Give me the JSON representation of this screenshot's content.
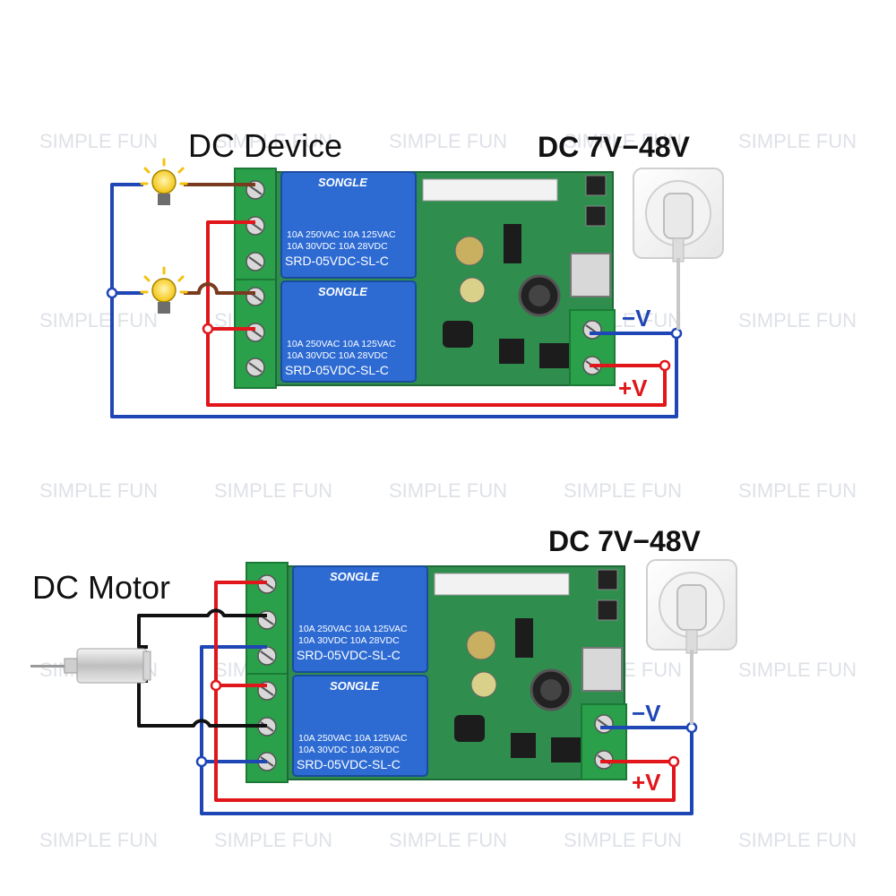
{
  "watermark": {
    "text": "SIMPLE FUN",
    "color": "#c9ced8"
  },
  "colors": {
    "wire_red": "#e0161b",
    "wire_blue": "#1f46b5",
    "wire_brown": "#7a3a1e",
    "wire_black": "#111111",
    "terminal_green": "#2aa04a",
    "pcb_green": "#2f8d4e",
    "relay_blue": "#2d6bd3"
  },
  "top_diagram": {
    "load_label": "DC Device",
    "supply_label": "DC 7V−48V",
    "neg_label": "−V",
    "pos_label": "+V",
    "relay1": {
      "brand": "SONGLE",
      "line1": "10A 250VAC  10A 125VAC",
      "line2": "10A  30VDC  10A  28VDC",
      "model": "SRD-05VDC-SL-C"
    },
    "relay2": {
      "brand": "SONGLE",
      "line1": "10A 250VAC  10A 125VAC",
      "line2": "10A  30VDC  10A  28VDC",
      "model": "SRD-05VDC-SL-C"
    }
  },
  "bottom_diagram": {
    "load_label": "DC Motor",
    "supply_label": "DC 7V−48V",
    "neg_label": "−V",
    "pos_label": "+V",
    "relay1": {
      "brand": "SONGLE",
      "line1": "10A 250VAC  10A 125VAC",
      "line2": "10A  30VDC  10A  28VDC",
      "model": "SRD-05VDC-SL-C"
    },
    "relay2": {
      "brand": "SONGLE",
      "line1": "10A 250VAC  10A 125VAC",
      "line2": "10A  30VDC  10A  28VDC",
      "model": "SRD-05VDC-SL-C"
    }
  }
}
